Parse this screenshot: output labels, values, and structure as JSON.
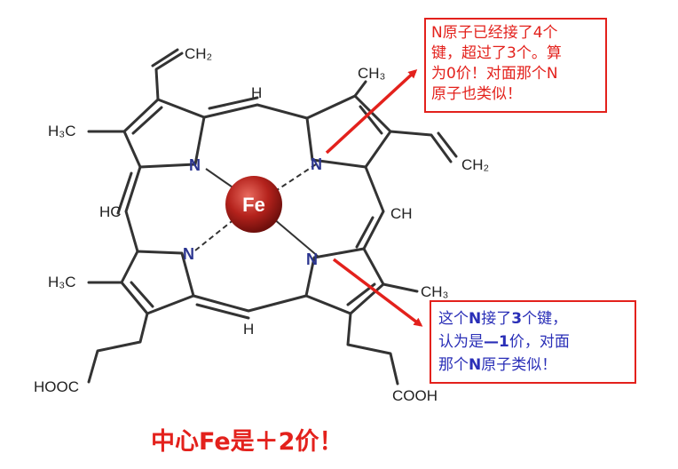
{
  "molecule": {
    "substituents": {
      "vinyl_top_left": "CH₂",
      "vinyl_right": "CH₂",
      "methyl_left_top": "H₃C",
      "methyl_left_bottom": "H₃C",
      "methyl_top_right": "CH₃",
      "methyl_bottom_right": "CH₃",
      "acid_left": "HOOC",
      "acid_right": "COOH"
    },
    "meso": {
      "top": "H",
      "left": "HC",
      "right": "CH",
      "bottom": "H"
    },
    "nitrogens": [
      "N",
      "N",
      "N",
      "N"
    ],
    "metal": "Fe"
  },
  "annotations": {
    "top_note": {
      "line1": "N原子已经接了4个",
      "line2": "键，超过了3个。算",
      "line3": "为0价！对面那个N",
      "line4": "原子也类似！"
    },
    "bottom_note": {
      "l1_a": "这个",
      "l1_b": "N",
      "l1_c": "接了",
      "l1_d": "3",
      "l1_e": "个键，",
      "l2_a": "认为是",
      "l2_b": "—1",
      "l2_c": "价，对面",
      "l3_a": "那个",
      "l3_b": "N",
      "l3_c": "原子类似！"
    },
    "conclusion": "中心Fe是＋2价！"
  },
  "colors": {
    "red": "#e3211c",
    "blue": "#2a2fb7",
    "fe_ball": "#b4221c",
    "nitrogen": "#2b3590",
    "bond": "#333333"
  }
}
